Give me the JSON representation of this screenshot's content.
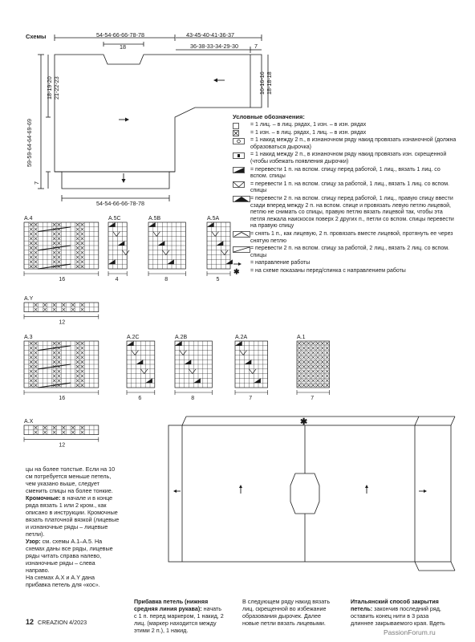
{
  "section_title": "Схемы",
  "sweater": {
    "top_width": "54-54-66-66-78-78",
    "neck_width": "18",
    "sleeve_top": "43-45-40-41-36-37",
    "sleeve_sub": "36-38-33-34-29-30",
    "sleeve_end": "7",
    "sleeve_height_a": "16-16-16",
    "sleeve_height_b": "18-18-18",
    "neck_depth_a": "18-19-20",
    "neck_depth_b": "21-22-23",
    "body_height": "59-59-64-64-69-69",
    "rib_height": "7",
    "bottom_width": "54-54-66-66-78-78"
  },
  "legend": {
    "title": "Условные обозначения:",
    "items": [
      "= 1 лиц. – в лиц. рядах, 1 изн. – в изн. рядах",
      "= 1 изн. – в лиц. рядах, 1 лиц. – в изн. рядах",
      "= 1 накид между 2 п., в изнаночном ряду накид провязать изнаночной (должна образоваться дырочка)",
      "= 1 накид между 2 п., в изнаночном ряду накид провязать изн. скрещенной (чтобы избежать появления дырочки)",
      "= перевести 1 п. на вспом. спицу перед работой, 1 лиц., вязать 1 лиц. со вспом. спицы",
      "= перевести 1 п. на вспом. спицу за работой, 1 лиц., вязать 1 лиц. со вспом. спицы",
      "= перевести 2 п. на вспом. спицу перед работой, 1 лиц., правую спицу ввести сзади вперед между 2 п. на вспом. спице и провязать левую петлю лицевой, петлю не снимать со спицы, правую петлю вязать лицевой так, чтобы эта петля лежала наискосок поверх 2 других п., петли со вспом. спицы перевести на правую спицу",
      "= снять 1 п., как лицевую, 2 п. провязать вместе лицевой, протянуть ее через снятую петлю",
      "= перевести 2 п. на вспом. спицу за работой, 2 лиц., вязать 2 лиц. со вспом. спицы",
      "= направление работы",
      "= на схеме показаны перед/спинка с направлением работы"
    ]
  },
  "charts_row1": [
    {
      "name": "A.4",
      "width": "16"
    },
    {
      "name": "A.5C",
      "width": "4"
    },
    {
      "name": "A.5B",
      "width": "8"
    },
    {
      "name": "A.5A",
      "width": "5"
    }
  ],
  "chart_ay": {
    "name": "A.Y",
    "width": "12"
  },
  "charts_row2": [
    {
      "name": "A.3",
      "width": "16"
    },
    {
      "name": "A.2C",
      "width": "6"
    },
    {
      "name": "A.2B",
      "width": "8"
    },
    {
      "name": "A.2A",
      "width": "7"
    },
    {
      "name": "A.1",
      "width": "7"
    }
  ],
  "chart_ax": {
    "name": "A.X",
    "width": "12"
  },
  "col1": {
    "p1": "цы на более толстые. Если на 10 см потребуется меньше петель, чем указано выше, следует сменить спицы на более тонкие.",
    "kromochnye_head": "Кромочные:",
    "kromochnye_text": " в начале и в конце ряда вязать 1 или 2 кром., как описано в инструкции. Кромочные вязать платочной вязкой (лицевые и изнаночные ряды – лицевые петли).",
    "uzor_head": "Узор:",
    "uzor_text": " см. схемы A.1–A.5. На схемах даны все ряды, лицевые ряды читать справа налево, изнаночные ряды – слева направо.",
    "p_last": "На схемах A.X и A.Y дана прибавка петель для «кос»."
  },
  "col2": {
    "head": "Прибавка петель (нижняя средняя линия рукава):",
    "text": " начать с 1 п. перед маркером, 1 накид, 2 лиц. (маркер находится между этими 2 п.), 1 накид."
  },
  "col3": {
    "text": "В следующем ряду накид вязать лиц. скрещенной во избежание образования дырочек. Далее новые петли вязать лицевыми."
  },
  "col4": {
    "head": "Итальянский способ закрытия петель:",
    "text": " закончив последний ряд, оставить конец нити в 3 раза длиннее закрываемого края. Вдеть"
  },
  "footer": {
    "page": "12",
    "magazine": "CREAZION 4/2023",
    "watermark": "PassionForum.ru"
  }
}
